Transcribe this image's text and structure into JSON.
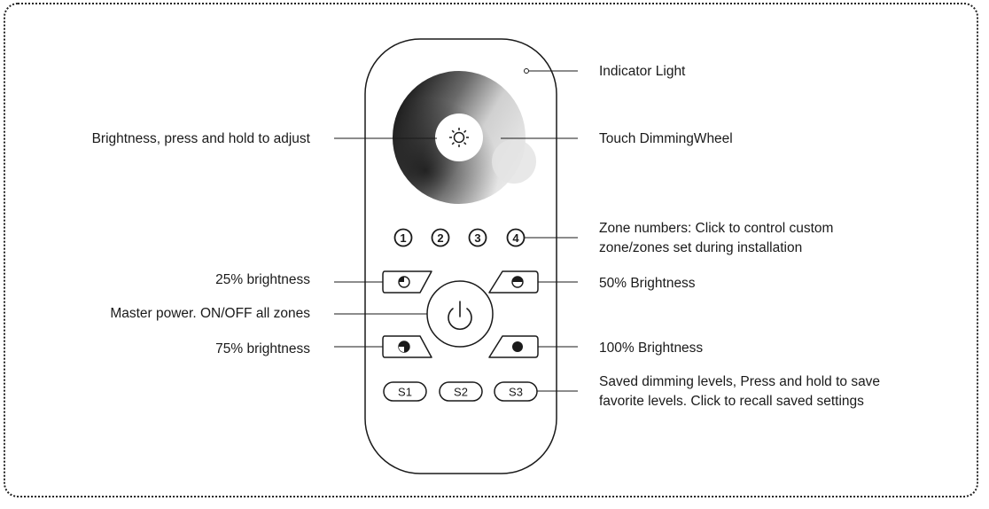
{
  "labels": {
    "indicator_light": "Indicator Light",
    "touch_wheel": "Touch DimmingWheel",
    "brightness": "Brightness, press and hold to adjust",
    "zone_numbers_line1": "Zone numbers: Click to control custom",
    "zone_numbers_line2": "zone/zones set during installation",
    "b25": "25% brightness",
    "b50": "50% Brightness",
    "master_power": "Master power. ON/OFF all zones",
    "b75": "75% brightness",
    "b100": "100% Brightness",
    "saved_line1": "Saved dimming levels, Press and hold to save",
    "saved_line2": "favorite levels. Click to recall saved settings"
  },
  "zones": [
    "1",
    "2",
    "3",
    "4"
  ],
  "scenes": [
    "S1",
    "S2",
    "S3"
  ],
  "icons": {
    "brightness": "sun-icon",
    "power": "power-icon",
    "b25": "quarter-circle-icon",
    "b50": "half-circle-icon",
    "b75": "three-quarter-circle-icon",
    "b100": "full-circle-icon"
  },
  "colors": {
    "outline": "#1a1a1a",
    "frame": "#222222"
  }
}
